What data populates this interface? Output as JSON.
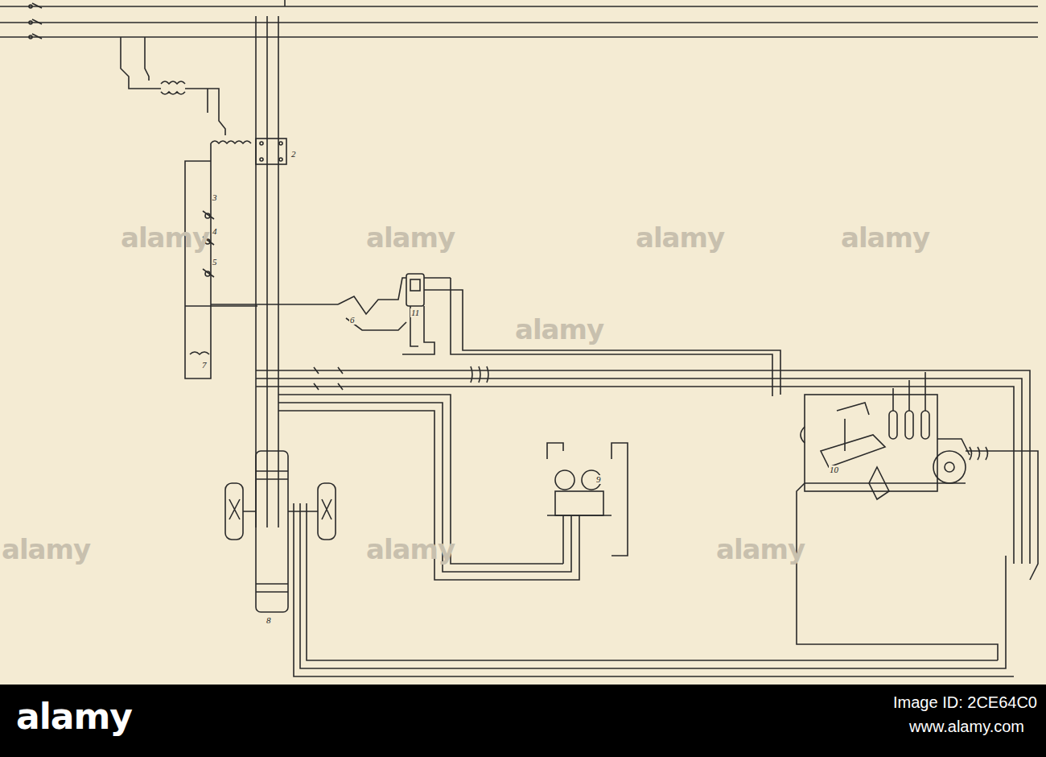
{
  "diagram": {
    "labels": [
      "2",
      "3",
      "4",
      "5",
      "6",
      "11",
      "7",
      "8",
      "9",
      "10",
      "alamy",
      "alamy",
      "alamy",
      "alamy",
      "alamy",
      "alamy",
      "alamy",
      "alamy",
      "alamy",
      "Image ID: 2CE64C0",
      "www.alamy.com"
    ]
  }
}
